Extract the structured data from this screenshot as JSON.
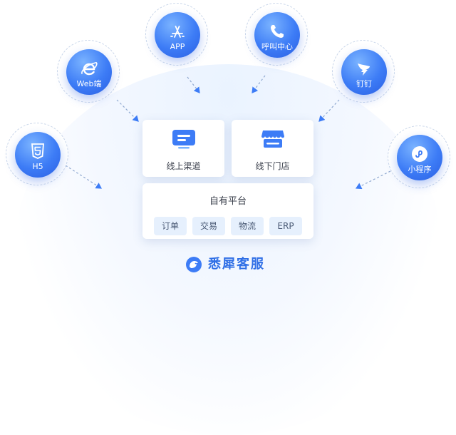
{
  "channels": [
    {
      "id": "h5",
      "label": "H5",
      "icon": "html5-icon"
    },
    {
      "id": "web",
      "label": "Web端",
      "icon": "ie-browser-icon"
    },
    {
      "id": "app",
      "label": "APP",
      "icon": "app-store-icon"
    },
    {
      "id": "call",
      "label": "呼叫中心",
      "icon": "phone-icon"
    },
    {
      "id": "dingtalk",
      "label": "钉钉",
      "icon": "dingtalk-icon"
    },
    {
      "id": "mini",
      "label": "小程序",
      "icon": "mini-program-icon"
    }
  ],
  "cards": {
    "online": {
      "label": "线上渠道",
      "icon": "online-channel-icon"
    },
    "offline": {
      "label": "线下门店",
      "icon": "store-icon"
    },
    "platform": {
      "title": "自有平台",
      "chips": [
        "订单",
        "交易",
        "物流",
        "ERP"
      ]
    }
  },
  "brand": {
    "name": "悉犀客服",
    "icon": "xixi-logo-icon"
  },
  "colors": {
    "accent": "#3d7cf6",
    "brand": "#2f6fe6",
    "chip_bg": "#e6f0fd"
  }
}
